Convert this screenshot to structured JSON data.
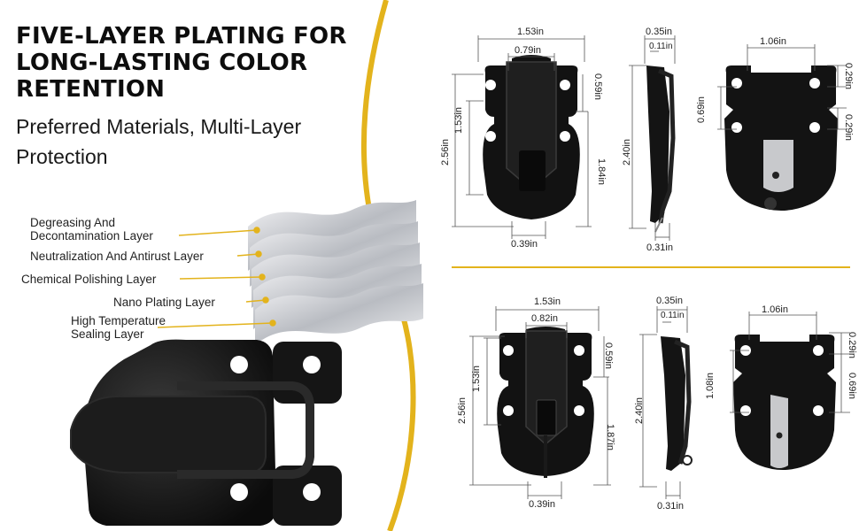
{
  "headline": "FIVE-LAYER PLATING FOR LONG-LASTING COLOR RETENTION",
  "subheadline": "Preferred Materials, Multi-Layer Protection",
  "layers": [
    "Degreasing And\nDecontamination Layer",
    "Neutralization And Antirust Layer",
    "Chemical Polishing Layer",
    "Nano Plating Layer",
    "High Temperature\nSealing Layer"
  ],
  "colors": {
    "accent": "#e3b31c",
    "hardware": "#111111",
    "text": "#111111"
  },
  "top_set": {
    "front": {
      "overall_width": "1.53in",
      "latch_width": "0.79in",
      "overall_height": "2.56in",
      "body_height": "1.53in",
      "top_offset": "0.59in",
      "lower_height": "1.84in",
      "tongue_width": "0.39in"
    },
    "side": {
      "depth": "0.35in",
      "thickness": "0.11in",
      "height": "2.40in",
      "base": "0.31in"
    },
    "back": {
      "width": "1.06in",
      "top_gap": "0.29in",
      "middle": "0.69in",
      "lower_gap": "0.29in"
    }
  },
  "bottom_set": {
    "front": {
      "overall_width": "1.53in",
      "latch_width": "0.82in",
      "overall_height": "2.56in",
      "body_height": "1.53in",
      "top_offset": "0.59in",
      "lower_height": "1.87in",
      "tongue_width": "0.39in"
    },
    "side": {
      "depth": "0.35in",
      "thickness": "0.11in",
      "height": "2.40in",
      "base": "0.31in"
    },
    "back": {
      "width": "1.06in",
      "top_gap": "0.29in",
      "middle": "1.08in",
      "lower_gap": "0.69in"
    }
  }
}
